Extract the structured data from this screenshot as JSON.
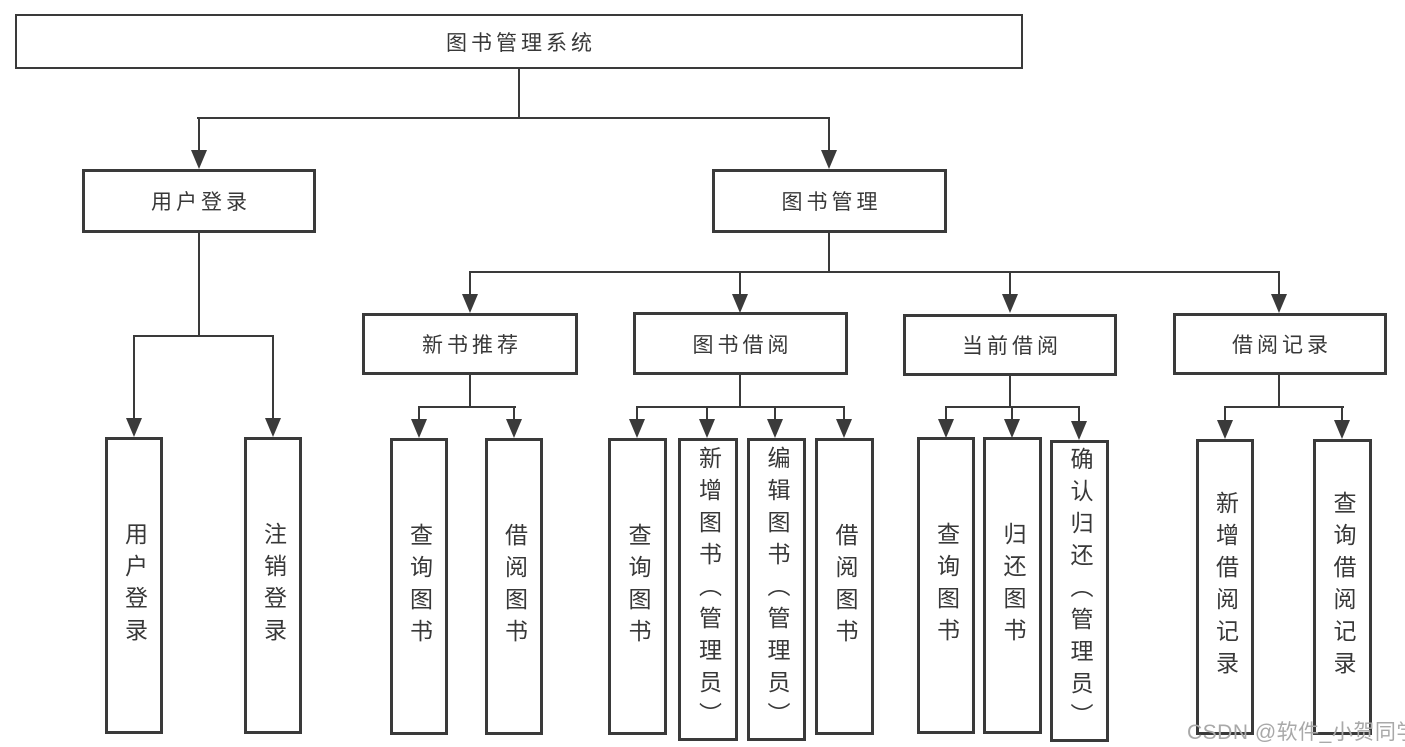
{
  "diagram": {
    "type": "hierarchy-diagram",
    "colors": {
      "background": "#ffffff",
      "line": "#3a3a3a",
      "box_border": "#3a3a3a",
      "text": "#383838",
      "watermark": "#a9a9a9"
    },
    "nodes": {
      "root": "图书管理系统",
      "l2_user": "用户登录",
      "l2_book": "图书管理",
      "l3_new": "新书推荐",
      "l3_borrow": "图书借阅",
      "l3_current": "当前借阅",
      "l3_record": "借阅记录",
      "leaf_user_login": "用户登录",
      "leaf_user_logout": "注销登录",
      "leaf_new_query": "查询图书",
      "leaf_new_borrow": "借阅图书",
      "leaf_bb_query": "查询图书",
      "leaf_bb_add": "新增图书（管理员）",
      "leaf_bb_edit": "编辑图书（管理员）",
      "leaf_bb_borrow": "借阅图书",
      "leaf_cb_query": "查询图书",
      "leaf_cb_return": "归还图书",
      "leaf_cb_confirm": "确认归还（管理员）",
      "leaf_rec_add": "新增借阅记录",
      "leaf_rec_query": "查询借阅记录"
    },
    "edges": [
      {
        "from": "root",
        "to": "l2_user"
      },
      {
        "from": "root",
        "to": "l2_book"
      },
      {
        "from": "l2_user",
        "to": "leaf_user_login"
      },
      {
        "from": "l2_user",
        "to": "leaf_user_logout"
      },
      {
        "from": "l2_book",
        "to": "l3_new"
      },
      {
        "from": "l2_book",
        "to": "l3_borrow"
      },
      {
        "from": "l2_book",
        "to": "l3_current"
      },
      {
        "from": "l2_book",
        "to": "l3_record"
      },
      {
        "from": "l3_new",
        "to": "leaf_new_query"
      },
      {
        "from": "l3_new",
        "to": "leaf_new_borrow"
      },
      {
        "from": "l3_borrow",
        "to": "leaf_bb_query"
      },
      {
        "from": "l3_borrow",
        "to": "leaf_bb_add"
      },
      {
        "from": "l3_borrow",
        "to": "leaf_bb_edit"
      },
      {
        "from": "l3_borrow",
        "to": "leaf_bb_borrow"
      },
      {
        "from": "l3_current",
        "to": "leaf_cb_query"
      },
      {
        "from": "l3_current",
        "to": "leaf_cb_return"
      },
      {
        "from": "l3_current",
        "to": "leaf_cb_confirm"
      },
      {
        "from": "l3_record",
        "to": "leaf_rec_add"
      },
      {
        "from": "l3_record",
        "to": "leaf_rec_query"
      }
    ],
    "watermark": "CSDN @软件_小贺同学"
  }
}
